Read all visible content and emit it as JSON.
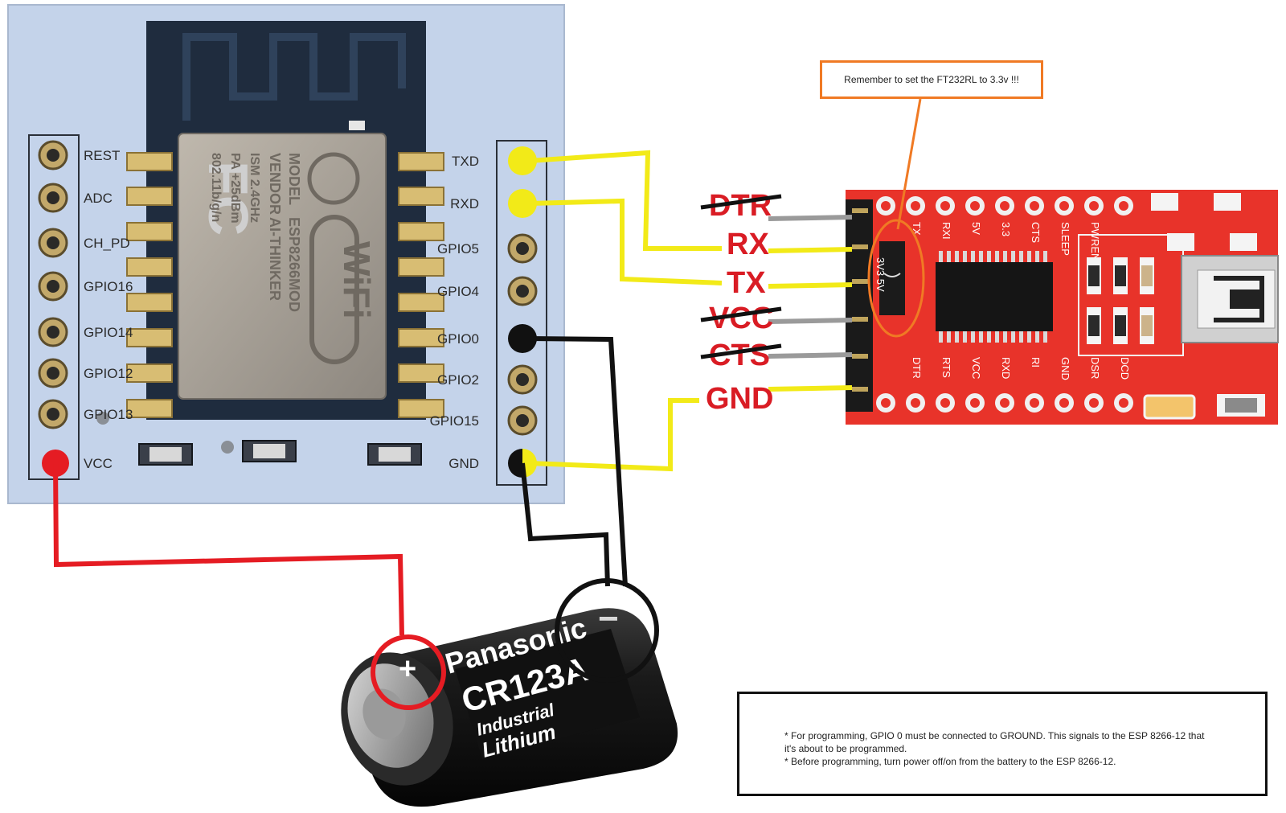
{
  "esp_module": {
    "left_pins": [
      "REST",
      "ADC",
      "CH_PD",
      "GPIO16",
      "GPIO14",
      "GPIO12",
      "GPIO13",
      "VCC"
    ],
    "right_pins": [
      "TXD",
      "RXD",
      "GPIO5",
      "GPIO4",
      "GPIO0",
      "GPIO2",
      "GPIO15",
      "GND"
    ],
    "chip_text": [
      "ESP8266MOD",
      "AI-THINKER",
      "ISM 2.4GHz",
      "PA +25dBm",
      "802.11b/g/n"
    ],
    "fc_mark": "FC",
    "wifi_mark": "WiFi",
    "model_text": "MODEL",
    "vendor_text": "VENDOR"
  },
  "ftdi": {
    "pins": [
      {
        "label": "DTR",
        "struck": true,
        "wire": "gray"
      },
      {
        "label": "RX",
        "struck": false,
        "wire": "yellow"
      },
      {
        "label": "TX",
        "struck": false,
        "wire": "yellow"
      },
      {
        "label": "VCC",
        "struck": true,
        "wire": "gray"
      },
      {
        "label": "CTS",
        "struck": true,
        "wire": "gray"
      },
      {
        "label": "GND",
        "struck": false,
        "wire": "yellow"
      }
    ],
    "top_silk": [
      "TX",
      "RXI",
      "5V",
      "3.3",
      "CTS",
      "SLEEP",
      "PWRENTEN"
    ],
    "bottom_silk": [
      "DTR",
      "RTS",
      "VCC",
      "RXD",
      "RI",
      "GND",
      "DSR",
      "DCD"
    ],
    "left_silk": "3V3 5V"
  },
  "callout": {
    "text": "Remember to set the FT232RL to 3.3v !!!"
  },
  "battery": {
    "brand": "Panasonic",
    "model": "CR123A",
    "line1": "Industrial",
    "line2": "Lithium",
    "plus": "+",
    "minus": "−"
  },
  "notes": {
    "line1": "* For programming, GPIO 0 must be connected to GROUND. This signals to the ESP 8266-12 that it's about to be programmed.",
    "line2": "* Before programming, turn power off/on from the battery to the ESP 8266-12."
  },
  "colors": {
    "esp_board": "#c4d3ea",
    "ftdi_board": "#e8332a",
    "wire_yellow": "#f2ea18",
    "wire_red": "#e51c23",
    "wire_black": "#111111",
    "callout_border": "#f07a24",
    "pin_label_red": "#d91c24"
  }
}
